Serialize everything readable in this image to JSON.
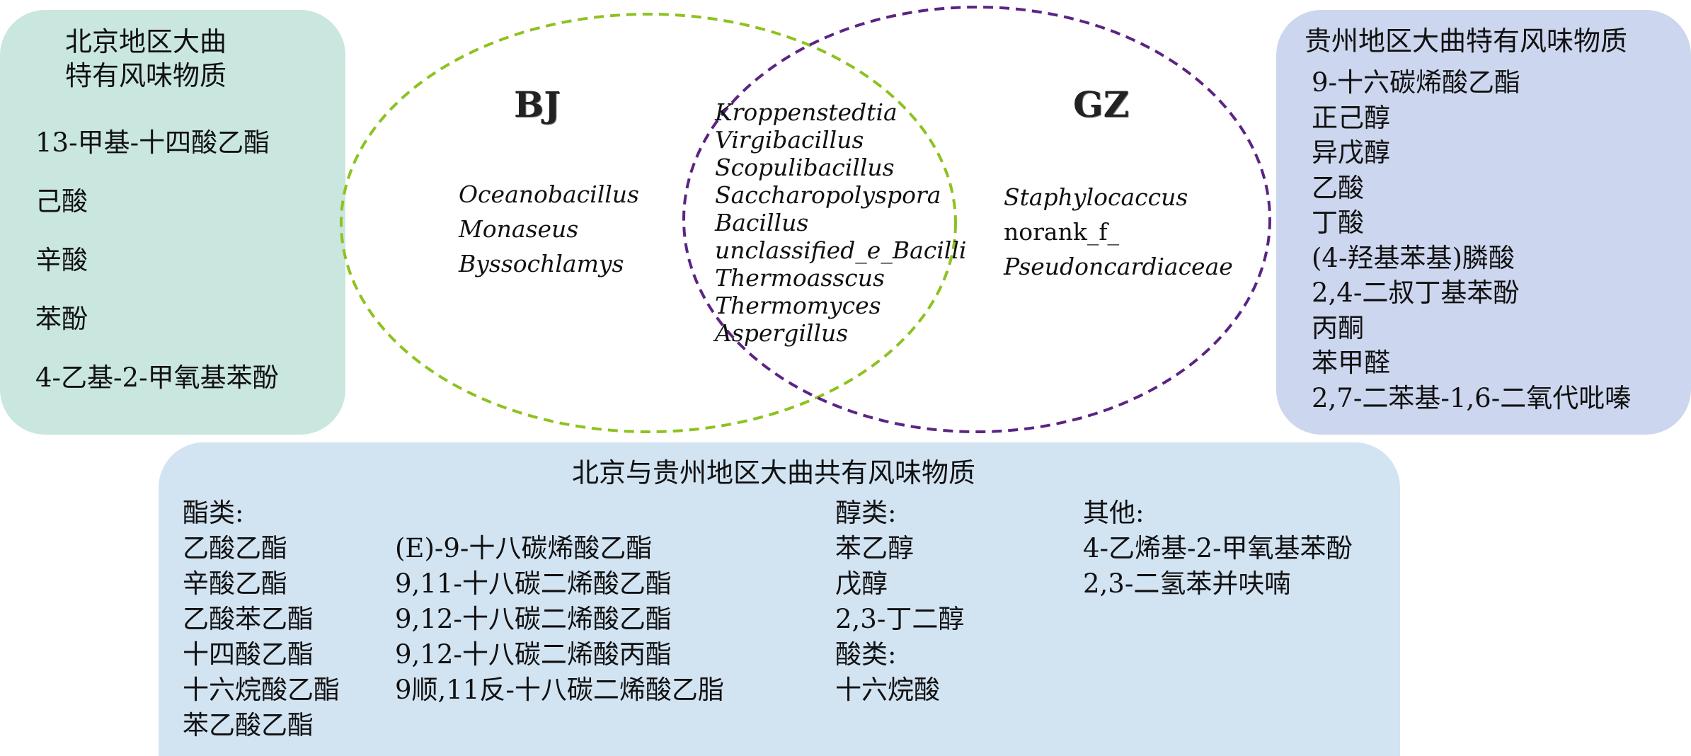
{
  "colors": {
    "bj_box": "#c9e6df",
    "gz_box": "#ccd6ee",
    "common_box": "#d2e3f2",
    "bj_circle": "#8dc21f",
    "gz_circle": "#5b2483"
  },
  "bj_box": {
    "title_line1": "北京地区大曲",
    "title_line2": "特有风味物质",
    "items": [
      "13-甲基-十四酸乙酯",
      "己酸",
      "辛酸",
      "苯酚",
      "4-乙基-2-甲氧基苯酚"
    ]
  },
  "gz_box": {
    "title": "贵州地区大曲特有风味物质",
    "items": [
      "9-十六碳烯酸乙酯",
      "正己醇",
      "异戊醇",
      "乙酸",
      "丁酸",
      "(4-羟基苯基)膦酸",
      "2,4-二叔丁基苯酚",
      "丙酮",
      "苯甲醛",
      "2,7-二苯基-1,6-二氧代吡嗪"
    ]
  },
  "venn": {
    "bj_label": "BJ",
    "gz_label": "GZ",
    "bj_only": [
      "Oceanobacillus",
      "Monaseus",
      "Byssochlamys"
    ],
    "shared": [
      "Kroppenstedtia",
      "Virgibacillus",
      "Scopulibacillus",
      "Saccharopolyspora",
      "Bacillus",
      "unclassified_e_Bacilli",
      "Thermoasscus",
      "Thermomyces",
      "Aspergillus"
    ],
    "gz_only": [
      "Staphylocaccus",
      "norank_f_",
      "Pseudoncardiaceae"
    ]
  },
  "common_box": {
    "title": "北京与贵州地区大曲共有风味物质",
    "esters_header": "酯类:",
    "esters_col1": [
      "乙酸乙酯",
      "辛酸乙酯",
      "乙酸苯乙酯",
      "十四酸乙酯",
      "十六烷酸乙酯",
      "苯乙酸乙酯"
    ],
    "esters_col2": [
      "(E)-9-十八碳烯酸乙酯",
      "9,11-十八碳二烯酸乙酯",
      "9,12-十八碳二烯酸乙酯",
      "9,12-十八碳二烯酸丙酯",
      "9顺,11反-十八碳二烯酸乙脂"
    ],
    "alcohols_header": "醇类:",
    "alcohols": [
      "苯乙醇",
      "戊醇",
      "2,3-丁二醇"
    ],
    "acids_header": "酸类:",
    "acids": [
      "十六烷酸"
    ],
    "others_header": "其他:",
    "others": [
      "4-乙烯基-2-甲氧基苯酚",
      "2,3-二氢苯并呋喃"
    ]
  }
}
